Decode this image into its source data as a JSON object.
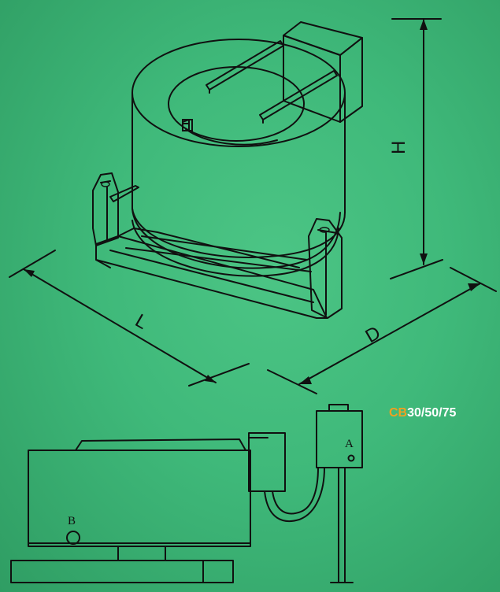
{
  "colors": {
    "background": "#3fb97a",
    "line": "#101010",
    "model_prefix": "#f0a020",
    "model_suffix": "#ffffff"
  },
  "model": {
    "prefix": "CB",
    "suffix": "30/50/75"
  },
  "dimensions": {
    "height": "H",
    "length": "L",
    "depth": "D"
  },
  "labels": {
    "a": "A",
    "b": "B"
  }
}
